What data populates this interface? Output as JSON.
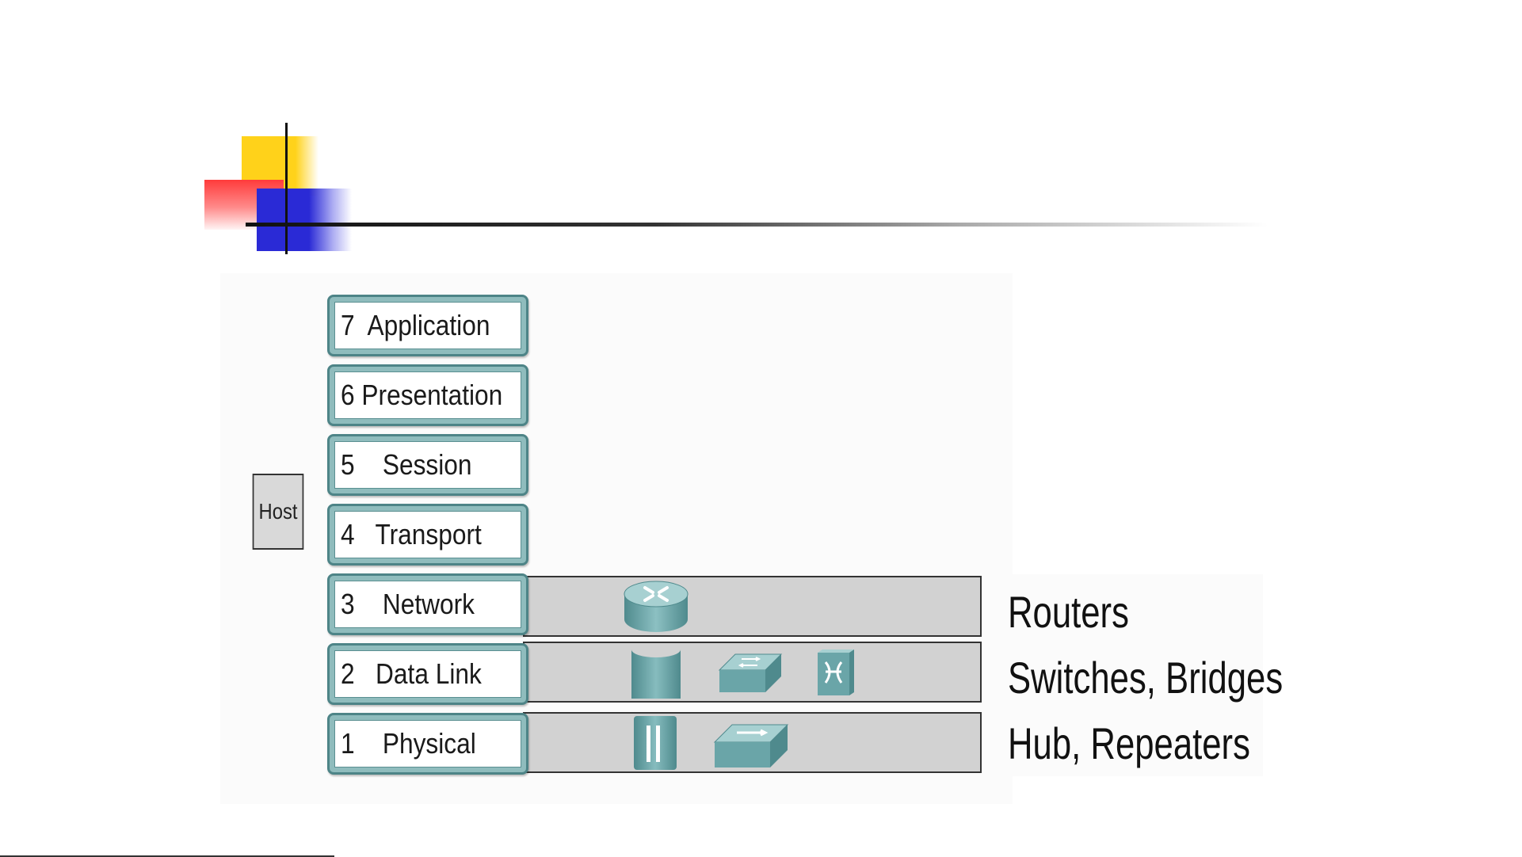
{
  "host_label": "Host",
  "layers": [
    {
      "text": "7  Application"
    },
    {
      "text": "6 Presentation"
    },
    {
      "text": "5    Session"
    },
    {
      "text": "4   Transport"
    },
    {
      "text": "3    Network"
    },
    {
      "text": "2   Data Link"
    },
    {
      "text": "1    Physical"
    }
  ],
  "device_labels": {
    "network": "Routers",
    "data_link": "Switches, Bridges",
    "physical": "Hub, Repeaters"
  },
  "icons": [
    "router-icon",
    "bridge-icon",
    "switch-icon",
    "atm-switch-icon",
    "repeater-icon",
    "hub-icon"
  ],
  "colors": {
    "teal_device": "#6aa5a8",
    "layer_border": "#4d8487",
    "band": "#d2d2d2"
  }
}
